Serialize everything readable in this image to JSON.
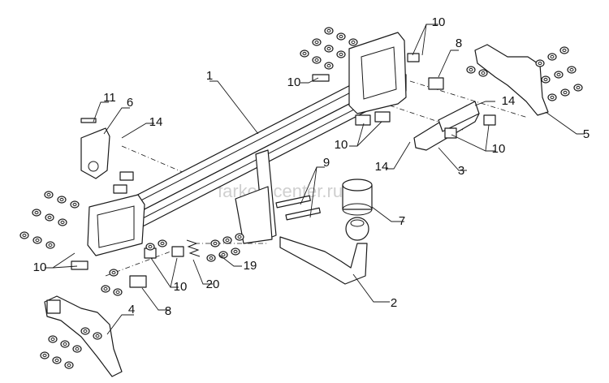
{
  "watermark": "farkop-center.ru",
  "colors": {
    "line": "#1a1a1a",
    "watermark": "#cfcfcf",
    "background": "#ffffff"
  },
  "callouts": {
    "c1": "1",
    "c2": "2",
    "c3": "3",
    "c4": "4",
    "c5": "5",
    "c6": "6",
    "c7": "7",
    "c8a": "8",
    "c8b": "8",
    "c9": "9",
    "c10a": "10",
    "c10b": "10",
    "c10c": "10",
    "c10d": "10",
    "c10e": "10",
    "c10f": "10",
    "c11": "11",
    "c14a": "14",
    "c14b": "14",
    "c14c": "14",
    "c19": "19",
    "c20": "20"
  }
}
